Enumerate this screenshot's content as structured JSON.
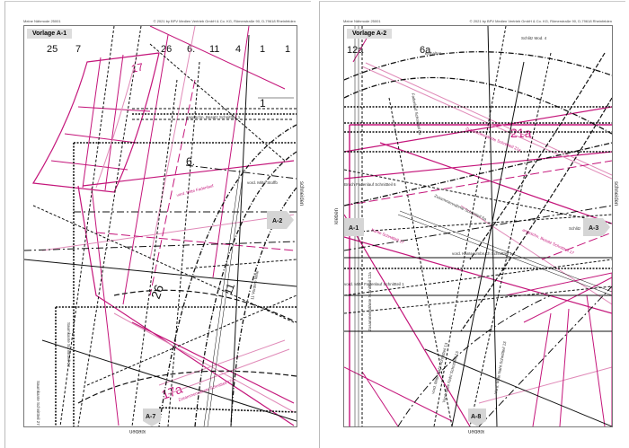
{
  "pages": [
    {
      "header_left": "Meine Nähmode 25001",
      "header_right": "© 2021 by BPV Medien Vertrieb GmbH & Co. KG, Römerstraße 90, D-79618 Rheinfelden",
      "tag": "Vorlage A-1",
      "numbers": [
        "25",
        "7",
        "26",
        "6.",
        "11",
        "4",
        "1",
        "1",
        "17",
        "1",
        "6.",
        "26",
        "11",
        "17a"
      ],
      "labels": [
        "angeschn. Besatz Schnittteil 1",
        "vord. Mitte Stoffb",
        "vord. Mitte Fadenlauf",
        "Zusammennähnte Schnittteil 17a",
        "Saumkante Schnittteil 27",
        "Saumkante Schnittteil 27",
        "11 Vordere Mitte"
      ],
      "markers": {
        "right": "A-2",
        "bottom": "A-7"
      },
      "side_text": "schneiden",
      "bottom_text": "kleben"
    },
    {
      "header_left": "Meine Nähmode 25001",
      "header_right": "© 2021 by BPV Medien Vertrieb GmbH & Co. KG, Römerstraße 90, D-79618 Rheinfelden",
      "tag": "Vorlage A-2",
      "numbers": [
        "12a",
        "6a",
        "21a"
      ],
      "labels": [
        "Schlitz Mod. 4",
        "einhalten",
        "Zusammennähnte Schnittteil 21a",
        "Bruch Fadenlauf Schnittteil 6",
        "Fadenlauf Schnittteil 6a",
        "Zusammennähnte Schnittteil 6a",
        "Kante Schnittteil 17",
        "angeschn. Besatz Schnittteil 17",
        "vord. Kante Umbruch Schnittteil 1",
        "vord. Mitte Fadenlauf Schnittteil 1",
        "Schlitz",
        "Zusammennähnte Schnittteil 12a",
        "vord. Mitte Naht Schnittteil 13",
        "Vord. Mitte Naht Schnittteil 13",
        "Vord. Mitte Naht Schnittteil 13"
      ],
      "markers": {
        "left": "A-1",
        "right": "A-3",
        "bottom": "A-8"
      },
      "side_text_left": "kleben",
      "side_text_right": "schneiden",
      "bottom_text": "kleben"
    }
  ]
}
